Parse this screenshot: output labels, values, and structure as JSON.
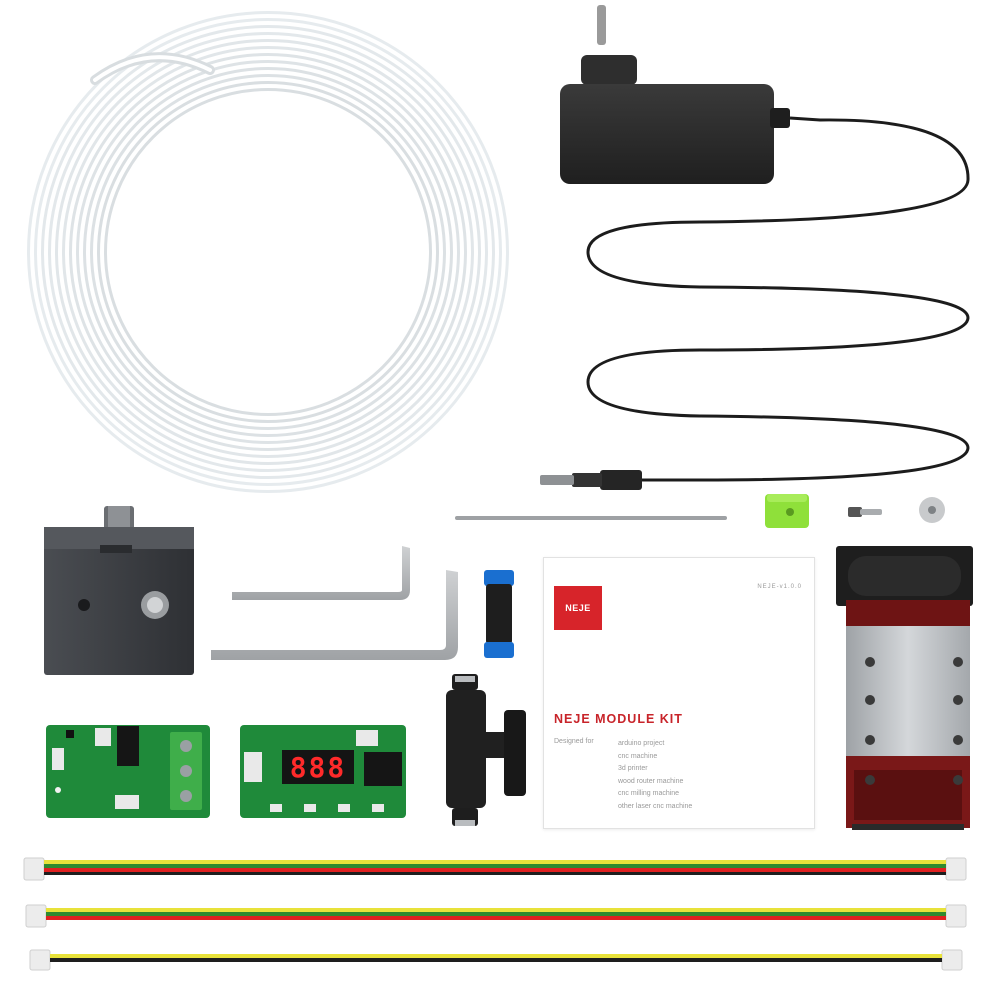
{
  "scene": {
    "description_items": [
      "tubing-coil",
      "power-adapter",
      "air-assist-nozzle",
      "allen-keys",
      "push-fit-connector",
      "tee-valve",
      "driver-board",
      "pwm-controller-board",
      "manual-card",
      "laser-module",
      "cables"
    ]
  },
  "manual": {
    "logo_text": "NEJE",
    "version_text": "NEJE-v1.0.0",
    "title": "NEJE MODULE KIT",
    "designed_for_label": "Designed for",
    "uses": [
      "arduino project",
      "cnc machine",
      "3d printer",
      "wood router machine",
      "cnc milling machine",
      "other laser cnc machine"
    ]
  },
  "controller": {
    "display_value": "888"
  },
  "colors": {
    "brand_red": "#d7242a",
    "pcb_green": "#1f8a3a",
    "terminal_green": "#3fae4a",
    "adapter_black": "#2a2a2a",
    "aluminum": "#b8bcc0",
    "fan_black": "#1e1e1e",
    "lens_red": "#8a1a1a",
    "accent_lime": "#8fe03a",
    "wire_red": "#e02020",
    "wire_yellow": "#e8e23a",
    "wire_green": "#2f8a2f",
    "push_fit_blue": "#1a6fd0"
  }
}
